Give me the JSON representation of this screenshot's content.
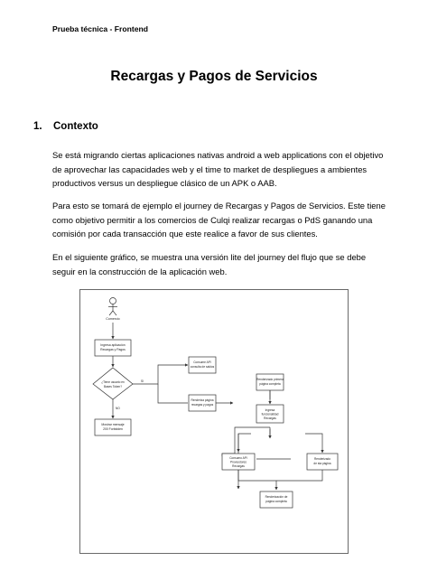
{
  "header": {
    "label": "Prueba técnica - Frontend"
  },
  "document": {
    "title": "Recargas y Pagos de Servicios",
    "section": {
      "number": "1.",
      "title": "Contexto"
    },
    "paragraphs": [
      "Se está migrando ciertas aplicaciones nativas android a web applications con el objetivo de aprovechar las capacidades web y el time to market de despliegues a ambientes productivos versus un despliegue clásico de un APK o AAB.",
      "Para esto se tomará de ejemplo el journey de Recargas y Pagos de Servicios. Este tiene como objetivo permitir a los comercios de Culqi realizar recargas o PdS ganando una comisión por cada transacción que este realice a favor de sus clientes.",
      "En el siguiente gráfico, se muestra una versión lite del journey del flujo que se debe seguir en la construcción de la aplicación web."
    ]
  },
  "flowchart": {
    "actor": "Comercio",
    "nodes": {
      "login": [
        "Ingresa aplicación",
        "Recargas y Pagos"
      ],
      "decision": [
        "¿Tiene usuario en",
        "Bases Token?"
      ],
      "yes_label": "SI",
      "no_label": "NO",
      "error": [
        "Mostrar mensaje",
        "200 Forbidden"
      ],
      "consult_balance": [
        "Consume API",
        "consulta de saldos"
      ],
      "render_home": [
        "Renderiza página",
        "recargas y pagos"
      ],
      "render_first": [
        "Renderizado primera",
        "página completa"
      ],
      "select_func": [
        "Ingresa",
        "funcionalidad",
        "Recargas"
      ],
      "consume_api": [
        "Consumo API",
        "Proveedores",
        "Recargas"
      ],
      "render_next": [
        "Renderizado",
        "de sta página"
      ],
      "render_final": [
        "Renderización de",
        "página completa"
      ]
    }
  }
}
